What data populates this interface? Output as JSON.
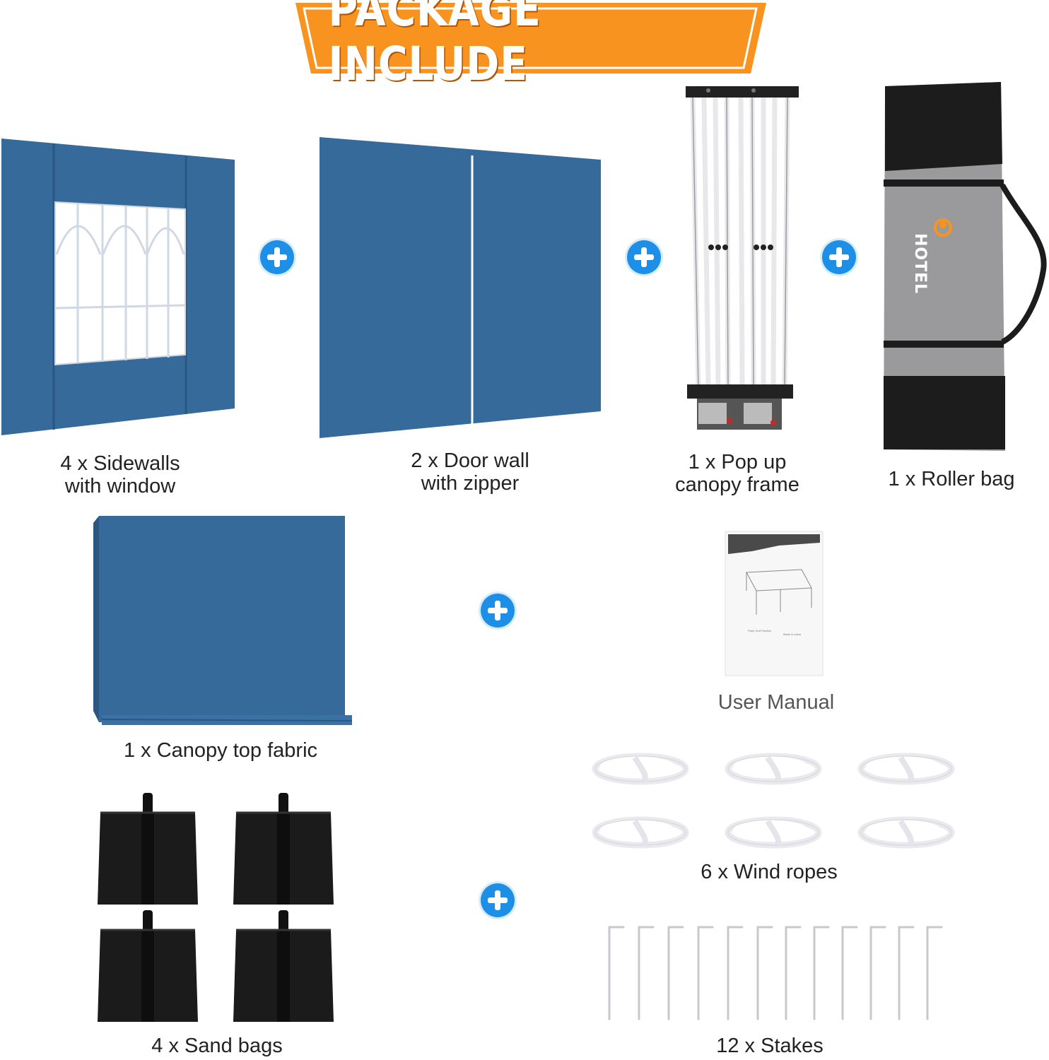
{
  "banner": {
    "title": "PACKAGE INCLUDE",
    "color": "#f7931e"
  },
  "brand_logo": "HOTEL",
  "items": [
    {
      "label_line1": "4 x Sidewalls",
      "label_line2": "with window"
    },
    {
      "label_line1": "2 x Door wall",
      "label_line2": "with zipper"
    },
    {
      "label_line1": "1 x Pop up",
      "label_line2": "canopy frame"
    },
    {
      "label": "1 x Roller bag"
    },
    {
      "label": "1 x Canopy top fabric"
    },
    {
      "label": "User Manual"
    },
    {
      "label": "6 x Wind ropes"
    },
    {
      "label": "4 x Sand bags"
    },
    {
      "label": "12 x Stakes"
    }
  ],
  "manual_text": {
    "left": "Party Tent Pavilion",
    "right": "Made in china"
  },
  "colors": {
    "fabric_blue": "#356a9b",
    "plus_blue": "#1e8fe6",
    "bag_gray": "#9a9a9c"
  },
  "icons": [
    "plus-icon"
  ]
}
